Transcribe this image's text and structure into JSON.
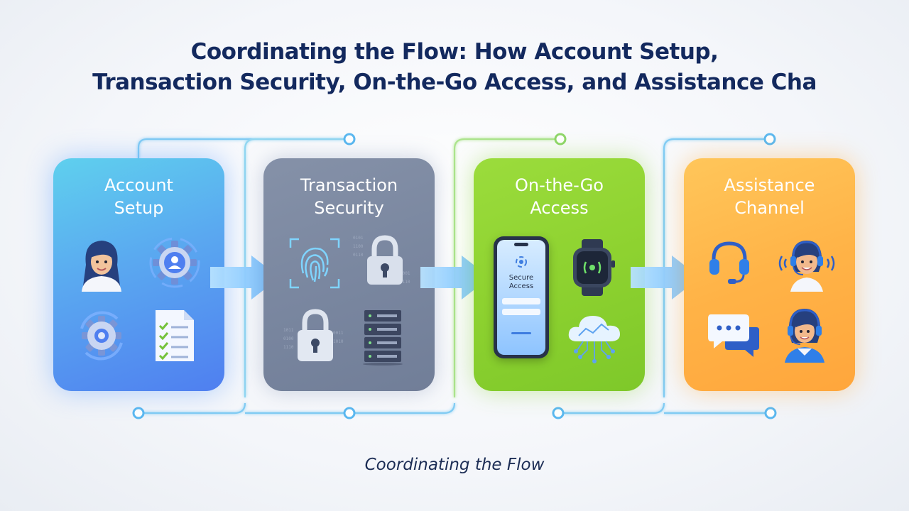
{
  "title": {
    "line1": "Coordinating the Flow: How Account Setup,",
    "line2": "Transaction Security, On-the-Go Access, and Assistance Cha"
  },
  "caption": "Coordinating the Flow",
  "cards": [
    {
      "line1": "Account",
      "line2": "Setup",
      "color": "#5aa8f0",
      "icons": [
        "woman-avatar-icon",
        "gear-user-icon",
        "gear-cycle-icon",
        "checklist-document-icon"
      ]
    },
    {
      "line1": "Transaction",
      "line2": "Security",
      "color": "#7a87a0",
      "icons": [
        "fingerprint-icon",
        "padlock-icon",
        "padlock-icon",
        "server-rack-icon"
      ]
    },
    {
      "line1": "On-the-Go",
      "line2": "Access",
      "color": "#8ed230",
      "phone_text_1": "Secure",
      "phone_text_2": "Access",
      "icons": [
        "smartphone-icon",
        "smartwatch-icon",
        "cloud-network-icon"
      ]
    },
    {
      "line1": "Assistance",
      "line2": "Channel",
      "color": "#ffb347",
      "icons": [
        "headset-icon",
        "support-agent-icon",
        "chat-bubble-icon",
        "support-agent-icon"
      ]
    }
  ],
  "colors": {
    "title": "#13295e",
    "connector": "#5bb8f0",
    "arrow": "#79c8ff"
  }
}
